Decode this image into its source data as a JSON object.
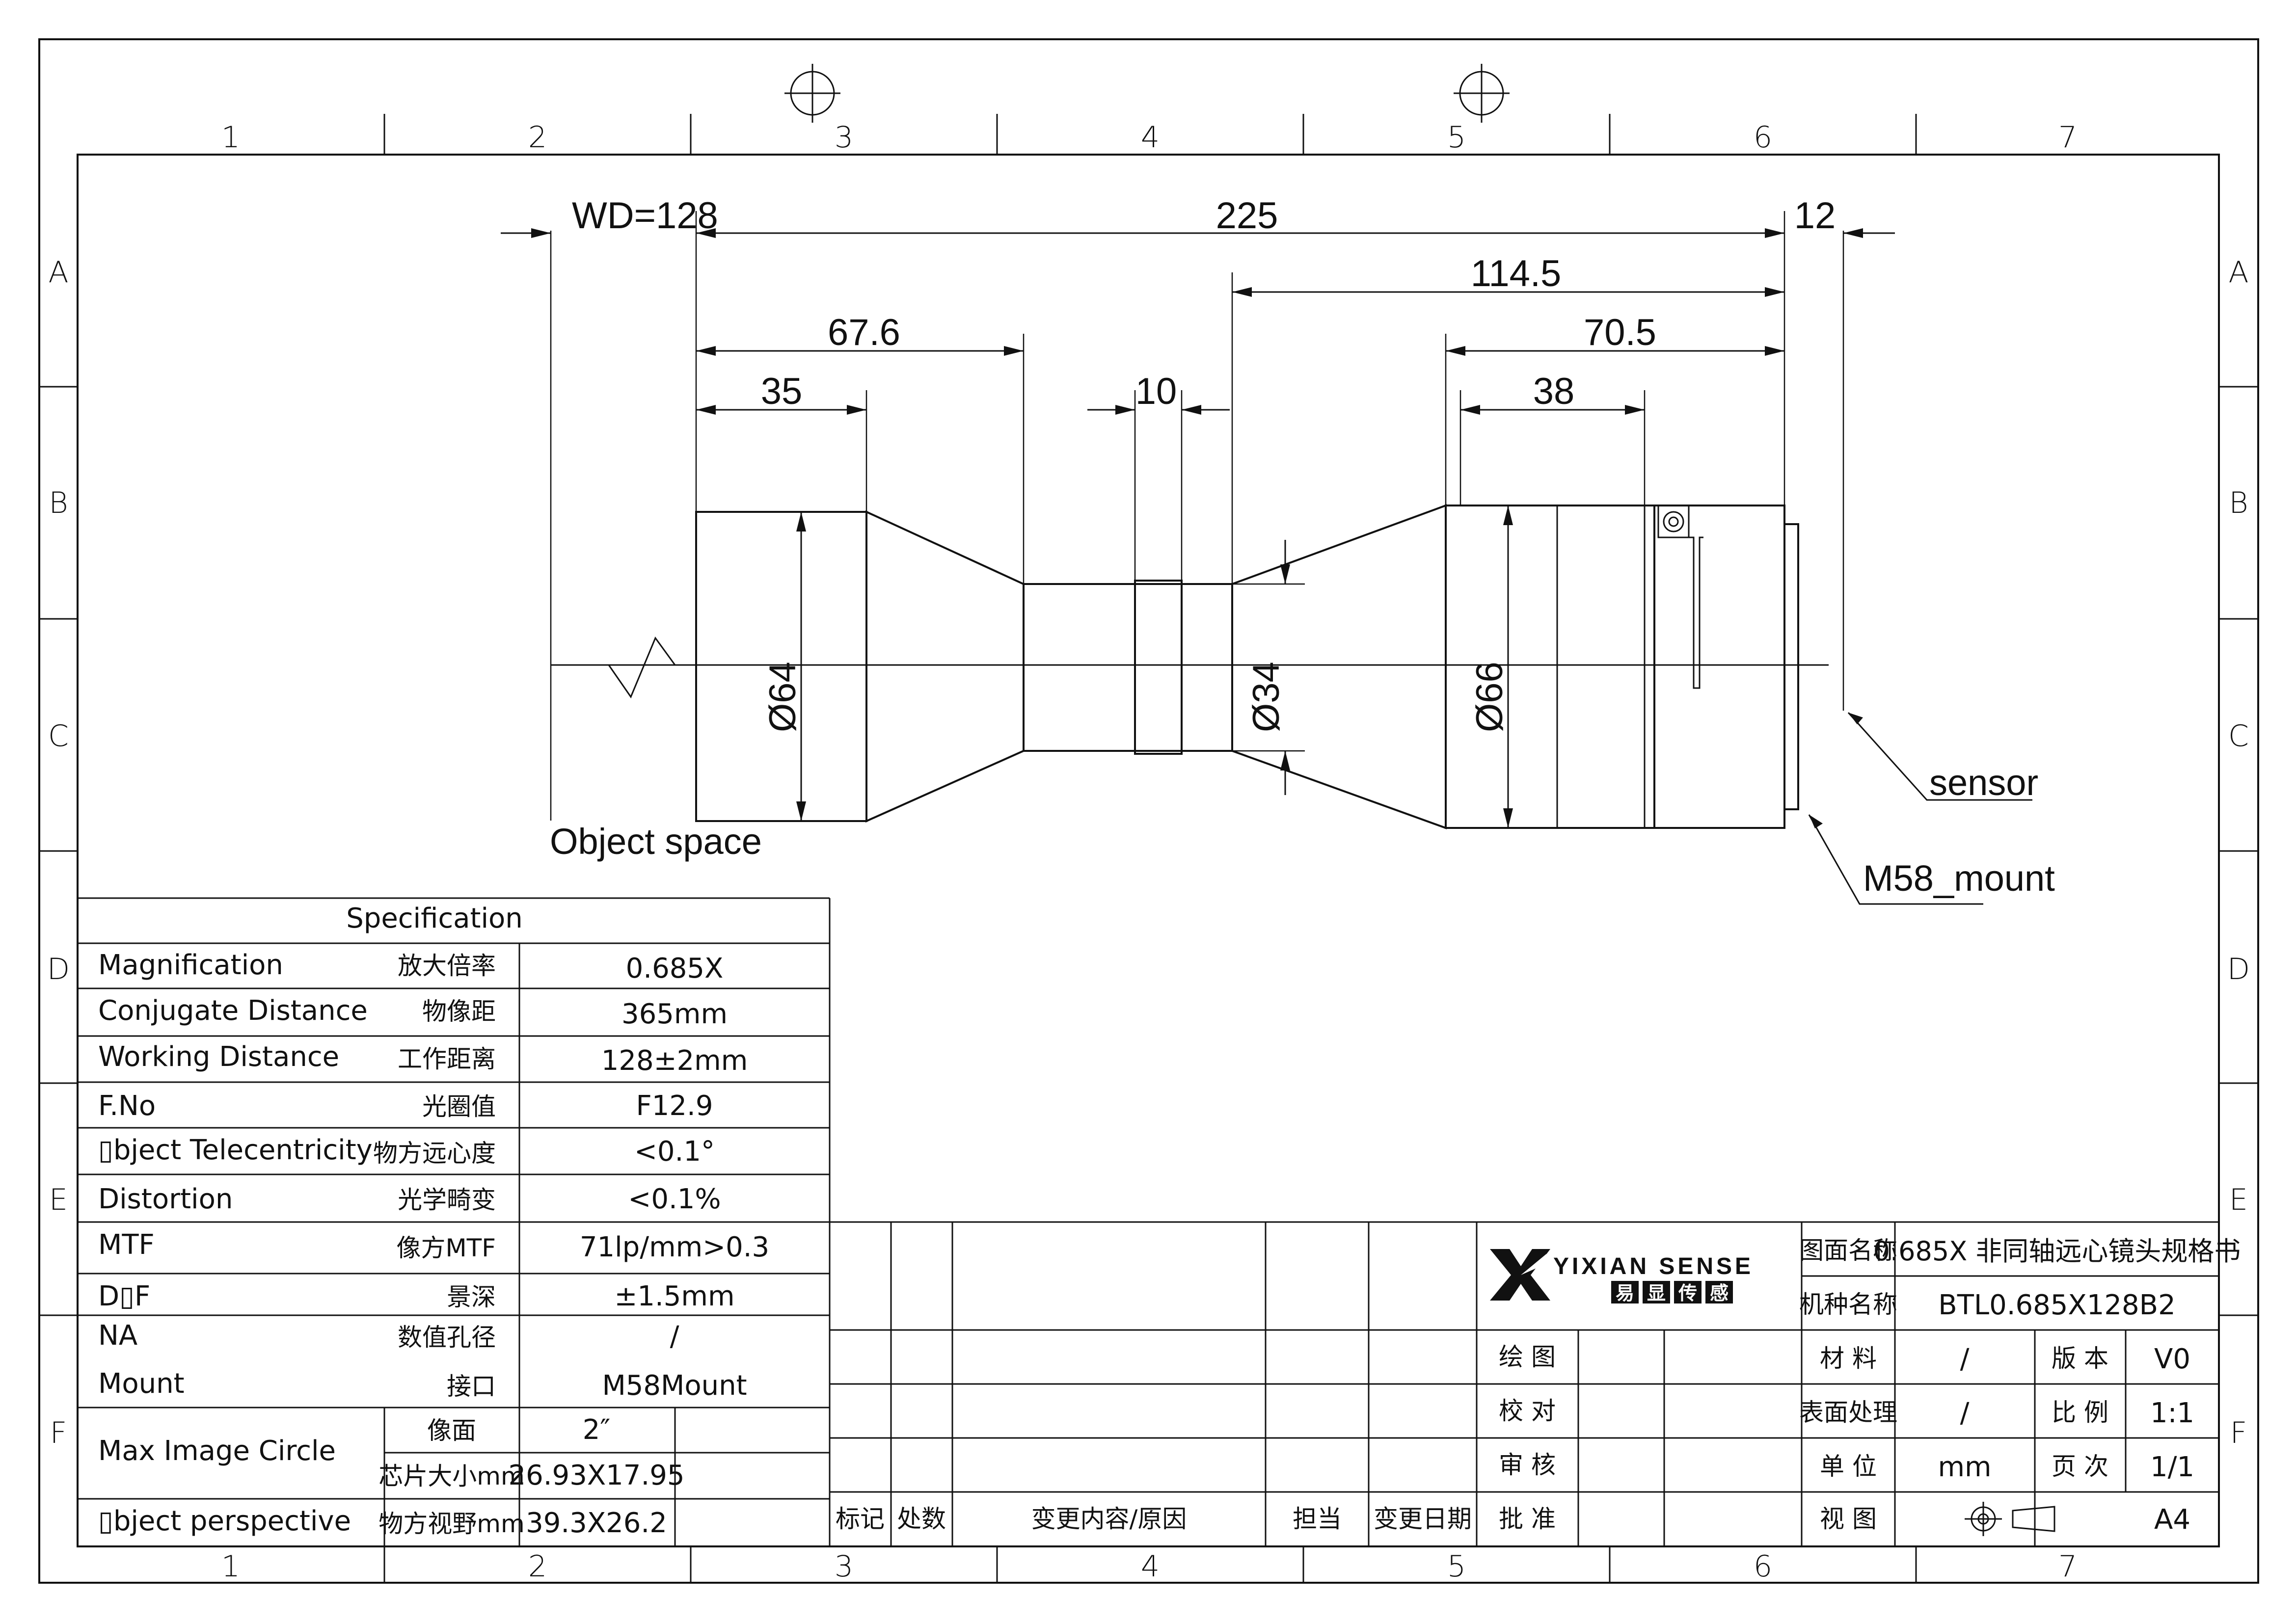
{
  "frame": {
    "columns": [
      "1",
      "2",
      "3",
      "4",
      "5",
      "6",
      "7"
    ],
    "rows": [
      "A",
      "B",
      "C",
      "D",
      "E",
      "F"
    ]
  },
  "drawing": {
    "dimensions": {
      "wd": "WD=128",
      "total": "225",
      "back": "12",
      "d114": "114.5",
      "d67": "67.6",
      "d70": "70.5",
      "d35": "35",
      "d10": "10",
      "d38": "38"
    },
    "diameters": {
      "front": "Ø64",
      "mid": "Ø34",
      "rear": "Ø66"
    },
    "labels": {
      "object_space": "Object space",
      "sensor": "sensor",
      "mount": "M58_mount"
    }
  },
  "spec": {
    "title": "Specification",
    "rows": [
      {
        "en": "Magnification",
        "cn": "放大倍率",
        "value": "0.685X"
      },
      {
        "en": "Conjugate Distance",
        "cn": "物像距",
        "value": "365mm"
      },
      {
        "en": "Working Distance",
        "cn": "工作距离",
        "value": "128±2mm"
      },
      {
        "en": "F.No",
        "cn": "光圈值",
        "value": "F12.9"
      },
      {
        "en": "▯bject Telecentricity",
        "cn": "物方远心度",
        "value": "<0.1°"
      },
      {
        "en": "Distortion",
        "cn": "光学畸变",
        "value": "<0.1%"
      },
      {
        "en": "MTF",
        "cn": "像方MTF",
        "value": "71lp/mm>0.3"
      },
      {
        "en": "D▯F",
        "cn": "景深",
        "value": "±1.5mm"
      },
      {
        "en": "NA",
        "cn": "数值孔径",
        "value": "/"
      },
      {
        "en": "Mount",
        "cn": "接口",
        "value": "M58Mount"
      }
    ],
    "circle": {
      "en": "Max Image Circle",
      "cn1": "像面",
      "v1": "2″",
      "cn2": "芯片大小mm",
      "v2": "26.93X17.95"
    },
    "persp": {
      "en": "▯bject perspective",
      "cn": "物方视野mm",
      "value": "39.3X26.2"
    }
  },
  "revision": {
    "headers": [
      "标记",
      "处数",
      "变更内容/原因",
      "担当",
      "变更日期"
    ]
  },
  "title_block": {
    "brand": "YIXIAN SENSE",
    "brand_cn": [
      "易",
      "显",
      "传",
      "感"
    ],
    "approvals": [
      "绘 图",
      "校 对",
      "审 核",
      "批 准"
    ],
    "drawing_name_label": "图面名称",
    "drawing_name": "0.685X 非同轴远心镜头规格书",
    "model_label": "机种名称",
    "model": "BTL0.685X128B2",
    "material_label": "材 料",
    "material": "/",
    "version_label": "版 本",
    "version": "V0",
    "surface_label": "表面处理",
    "surface": "/",
    "scale_label": "比 例",
    "scale": "1:1",
    "unit_label": "单 位",
    "unit": "mm",
    "page_label": "页 次",
    "page": "1/1",
    "view_label": "视 图",
    "size": "A4"
  }
}
